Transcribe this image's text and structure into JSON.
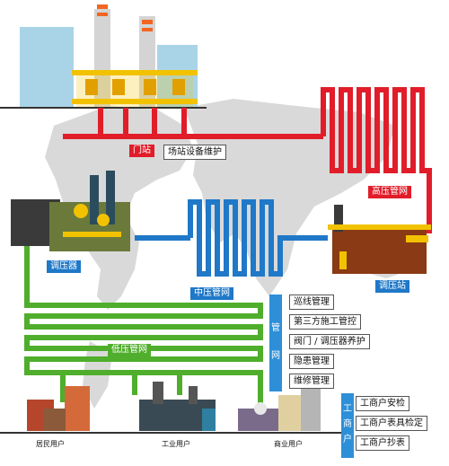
{
  "labels": {
    "gate_station": "门站",
    "gate_station_task": "场站设备维护",
    "high_pressure": "高压管网",
    "regulator": "调压器",
    "medium_pressure": "中压管网",
    "regulating_station": "调压站",
    "low_pressure": "低压管网"
  },
  "network_tasks": {
    "tag": [
      "管",
      "网"
    ],
    "items": [
      "巡线管理",
      "第三方施工管控",
      "阀门 / 调压器养护",
      "隐患管理",
      "维修管理"
    ]
  },
  "business_tasks": {
    "tag": [
      "工",
      "商",
      "户"
    ],
    "items": [
      "工商户安检",
      "工商户表具检定",
      "工商户抄表"
    ]
  },
  "users": {
    "residential": "居民用户",
    "industrial": "工业用户",
    "commercial": "商业用户"
  },
  "colors": {
    "high": "#e11d2a",
    "medium": "#1f78c8",
    "low": "#4fae2c",
    "map": "#d6d6d6",
    "tag_blue": "#2d8fd8"
  }
}
